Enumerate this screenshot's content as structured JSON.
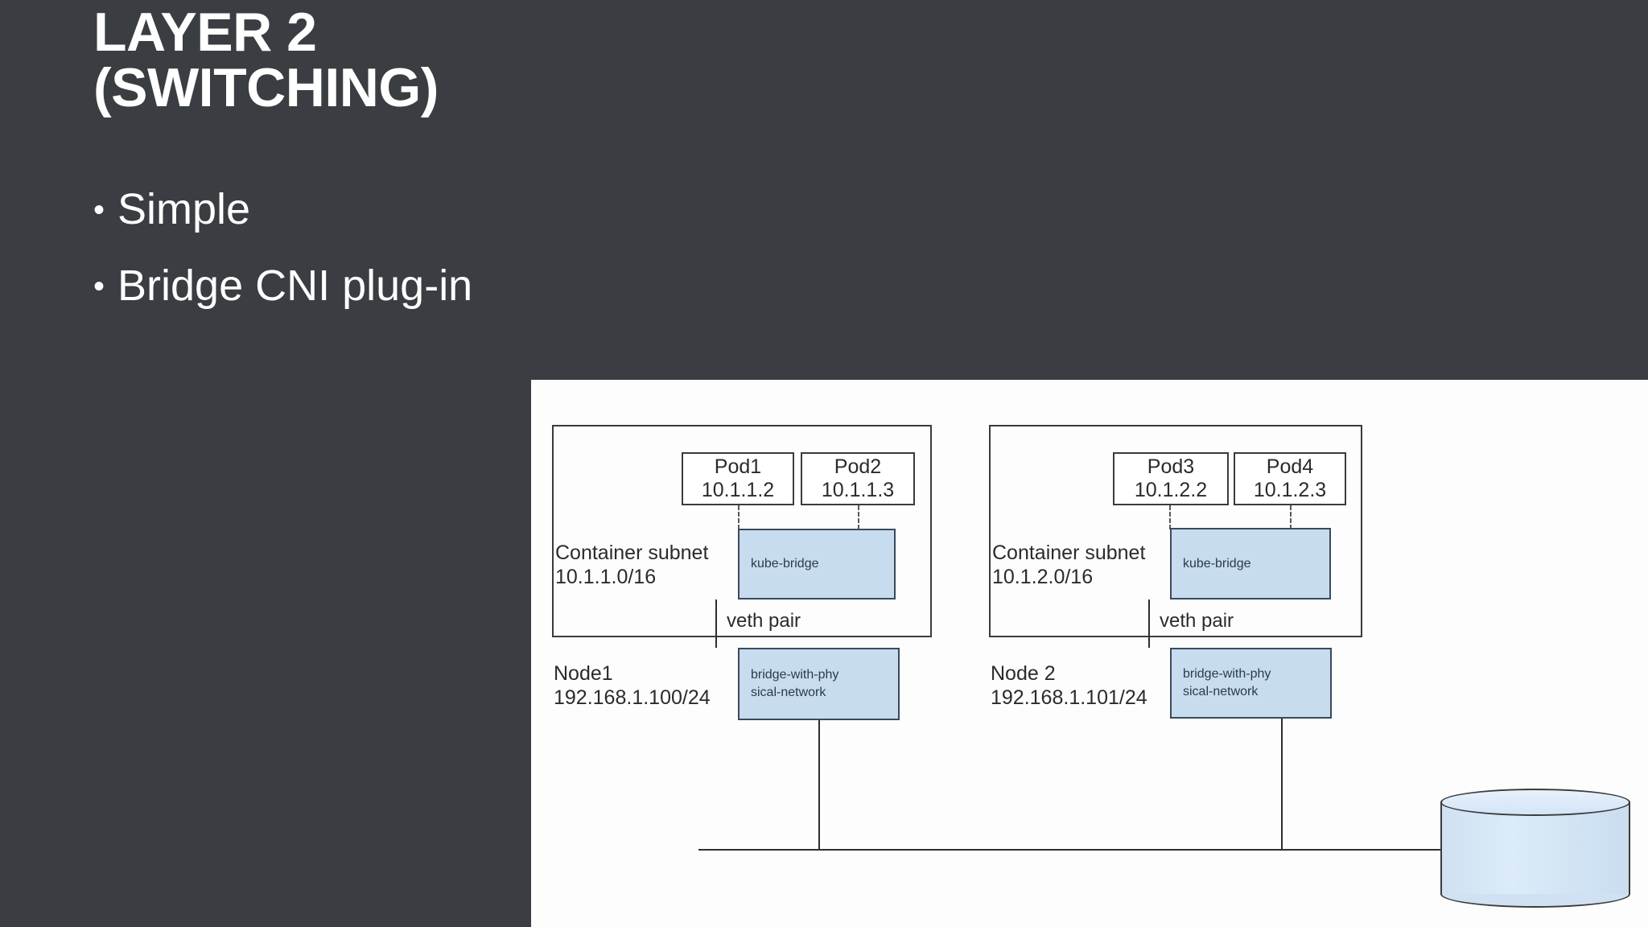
{
  "slide": {
    "background_color": "#3a3d42",
    "title_lines": [
      "LAYER 2",
      "(SWITCHING)"
    ],
    "bullets": [
      {
        "marker": "•",
        "text": "Simple"
      },
      {
        "marker": "•",
        "text": "Bridge CNI plug-in"
      }
    ]
  },
  "diagram": {
    "background_color": "#fdfdfd",
    "accent_color": "#c7dcef",
    "line_color": "#2e2e2e",
    "nodes": [
      {
        "id": "node1",
        "node_label": "Node1",
        "node_address": "192.168.1.100/24",
        "subnet_label": "Container subnet",
        "subnet_value": "10.1.1.0/16",
        "pods": [
          {
            "name": "Pod1",
            "ip": "10.1.1.2"
          },
          {
            "name": "Pod2",
            "ip": "10.1.1.3"
          }
        ],
        "kube_bridge_label": "kube-bridge",
        "veth_label": "veth pair",
        "physical_bridge_label": "bridge-with-physical-network"
      },
      {
        "id": "node2",
        "node_label": "Node 2",
        "node_address": "192.168.1.101/24",
        "subnet_label": "Container subnet",
        "subnet_value": "10.1.2.0/16",
        "pods": [
          {
            "name": "Pod3",
            "ip": "10.1.2.2"
          },
          {
            "name": "Pod4",
            "ip": "10.1.2.3"
          }
        ],
        "kube_bridge_label": "kube-bridge",
        "veth_label": "veth pair",
        "physical_bridge_label": "bridge-with-physical-network"
      }
    ],
    "physical_network": {
      "shape": "cylinder",
      "fill_color": "#cfe1f2"
    }
  }
}
